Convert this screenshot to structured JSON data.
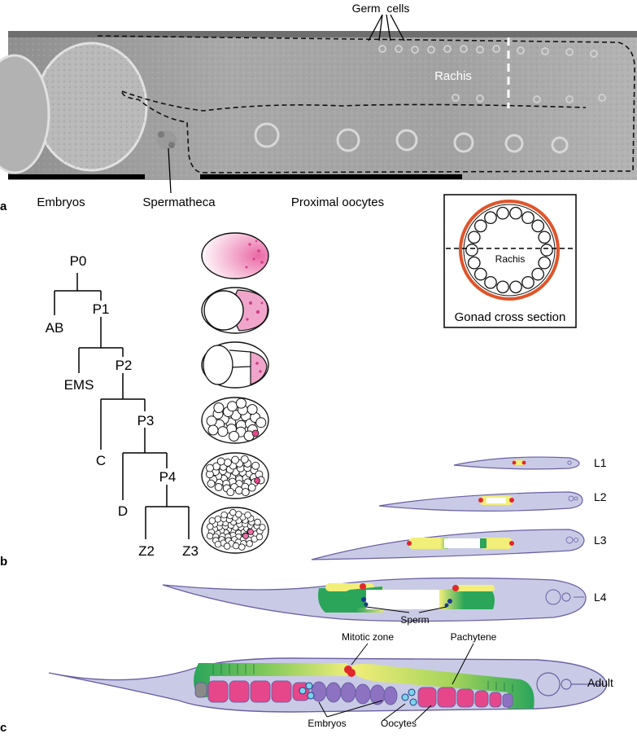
{
  "panel_a": {
    "panel_letter": "a",
    "germ_cells": "Germ  cells",
    "rachis": "Rachis",
    "embryos": "Embryos",
    "spermatheca": "Spermatheca",
    "proximal_oocytes": "Proximal oocytes",
    "cross_section_label": "Gonad cross section",
    "cross_section_rachis": "Rachis"
  },
  "panel_b": {
    "panel_letter": "b",
    "lineage": [
      "P0",
      "AB",
      "P1",
      "EMS",
      "P2",
      "C",
      "P3",
      "D",
      "P4",
      "Z2",
      "Z3"
    ]
  },
  "panel_c": {
    "panel_letter": "c",
    "stages": [
      "L1",
      "L2",
      "L3",
      "L4",
      "Adult"
    ],
    "sperm": "Sperm",
    "mitotic_zone": "Mitotic zone",
    "pachytene": "Pachytene",
    "embryos": "Embryos",
    "oocytes": "Oocytes"
  },
  "colors": {
    "worm_fill": "#c9cbe6",
    "worm_outline": "#6a5fa3",
    "mitotic": "#e0282c",
    "pachytene_yellow": "#f2ee7a",
    "gonad_green": "#2aa55a",
    "oocyte_pink": "#e6478a",
    "embryo_purple": "#8e72c2",
    "germline_pink": "#ec6fa8",
    "sperm_blue": "#1b3b8c",
    "cross_ring": "#e0542a"
  }
}
